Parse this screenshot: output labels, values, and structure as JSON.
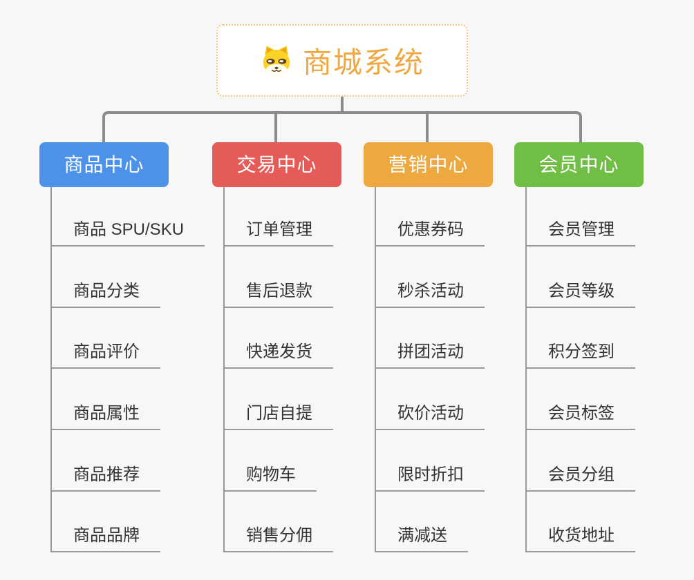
{
  "app": {
    "description": "mall-system mind map"
  },
  "root": {
    "title": "商城系统",
    "icon": "doge-dog-icon",
    "text_color": "#F0A843",
    "border_color": "#F6C77D",
    "background": "#FFFFFF"
  },
  "colors": {
    "background": "#F7F7F7",
    "connector_line": "#8C8C8C",
    "leaf_line": "#999999",
    "leaf_text": "#333333",
    "branch_text": "#FFFFFF"
  },
  "branches": [
    {
      "label": "商品中心",
      "color": "#4C92E9",
      "children": [
        "商品 SPU/SKU",
        "商品分类",
        "商品评价",
        "商品属性",
        "商品推荐",
        "商品品牌"
      ]
    },
    {
      "label": "交易中心",
      "color": "#E45B57",
      "children": [
        "订单管理",
        "售后退款",
        "快递发货",
        "门店自提",
        "购物车",
        "销售分佣"
      ]
    },
    {
      "label": "营销中心",
      "color": "#EDA83F",
      "children": [
        "优惠券码",
        "秒杀活动",
        "拼团活动",
        "砍价活动",
        "限时折扣",
        "满减送"
      ]
    },
    {
      "label": "会员中心",
      "color": "#70BE45",
      "children": [
        "会员管理",
        "会员等级",
        "积分签到",
        "会员标签",
        "会员分组",
        "收货地址"
      ]
    }
  ]
}
